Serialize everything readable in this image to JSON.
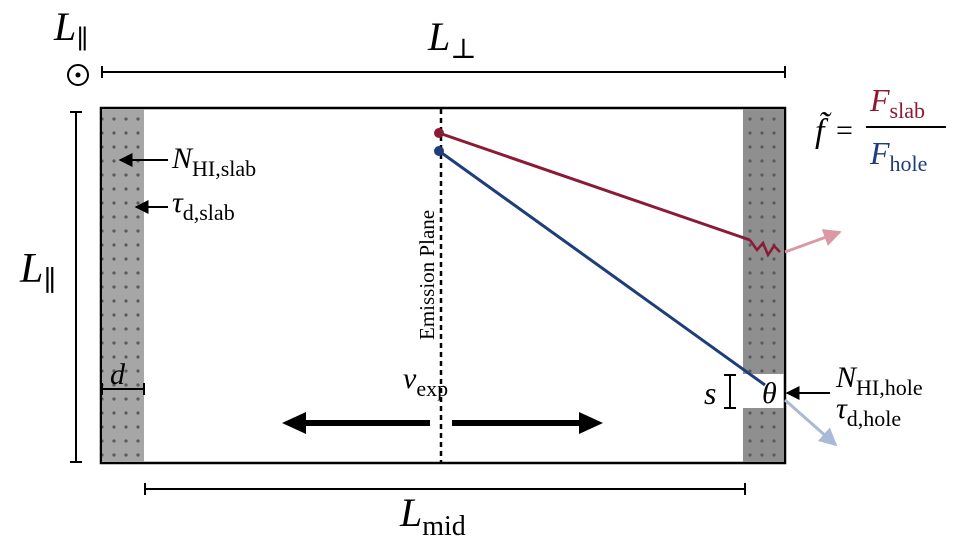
{
  "labels": {
    "L_par": "L",
    "L_par_sub": "∥",
    "L_perp": "L",
    "L_perp_sub": "⊥",
    "L_mid": "L",
    "L_mid_sub": "mid",
    "N_slab": "N",
    "N_slab_sub": "HI,slab",
    "tau_slab": "τ",
    "tau_slab_sub": "d,slab",
    "N_hole": "N",
    "N_hole_sub": "HI,hole",
    "tau_hole": "τ",
    "tau_hole_sub": "d,hole",
    "d": "d",
    "s": "s",
    "theta": "θ",
    "vexp": "v",
    "vexp_sub": "exp",
    "emission_plane": "Emission Plane",
    "f_tilde": "f̃",
    "equals": "=",
    "F_slab": "F",
    "F_slab_sub": "slab",
    "F_hole": "F",
    "F_hole_sub": "hole"
  },
  "colors": {
    "slab_ray": "#8b1a35",
    "hole_ray": "#1f3d7a",
    "slab_ray_faded": "#d99aa5",
    "hole_ray_faded": "#a9b9d6",
    "slab_fill": "#8f8f8f",
    "slab_fill_light": "#a6a6a6",
    "ink": "#000000"
  }
}
